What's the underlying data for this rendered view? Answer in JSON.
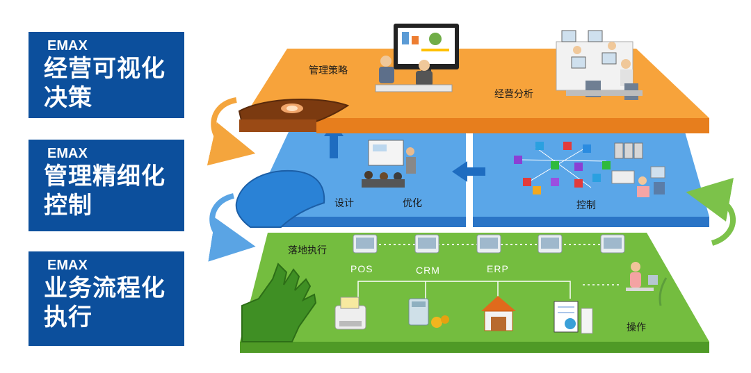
{
  "left_panel": {
    "box1": {
      "brand": "EMAX",
      "line1": "经营可视化",
      "line2": "决策"
    },
    "box2": {
      "brand": "EMAX",
      "line1": "管理精细化",
      "line2": "控制"
    },
    "box3": {
      "brand": "EMAX",
      "line1": "业务流程化",
      "line2": "执行"
    }
  },
  "top_layer": {
    "strategy_label": "管理策略",
    "analysis_label": "经营分析"
  },
  "middle_layer": {
    "design_label": "设计",
    "optimize_label": "优化",
    "control_label": "控制"
  },
  "bottom_layer": {
    "execute_label": "落地执行",
    "systems": [
      "POS",
      "CRM",
      "ERP"
    ],
    "operate_label": "操作"
  },
  "colors": {
    "navy": "#0c4f9c",
    "orange": "#f7a33b",
    "blue": "#4b9ce0",
    "green": "#74bd3f"
  }
}
